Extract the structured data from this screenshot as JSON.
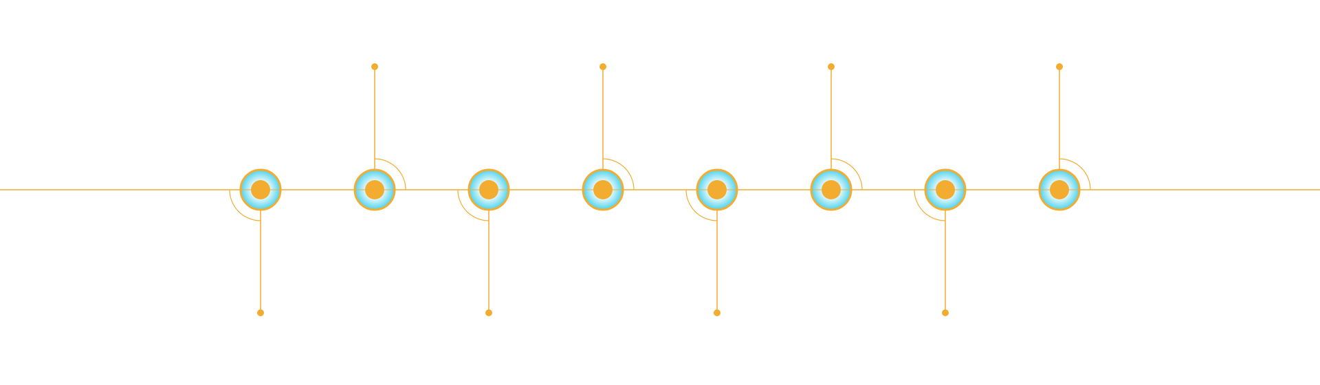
{
  "timeline": {
    "line_color": "#f2ac2f",
    "node_fill_color": "#f2ac2f",
    "glow_inner_color": "#ffffff",
    "glow_outer_color": "#4fd2ee",
    "nodes": [
      {
        "connector": "down"
      },
      {
        "connector": "up"
      },
      {
        "connector": "down"
      },
      {
        "connector": "up"
      },
      {
        "connector": "down"
      },
      {
        "connector": "up"
      },
      {
        "connector": "down"
      },
      {
        "connector": "up"
      }
    ]
  }
}
